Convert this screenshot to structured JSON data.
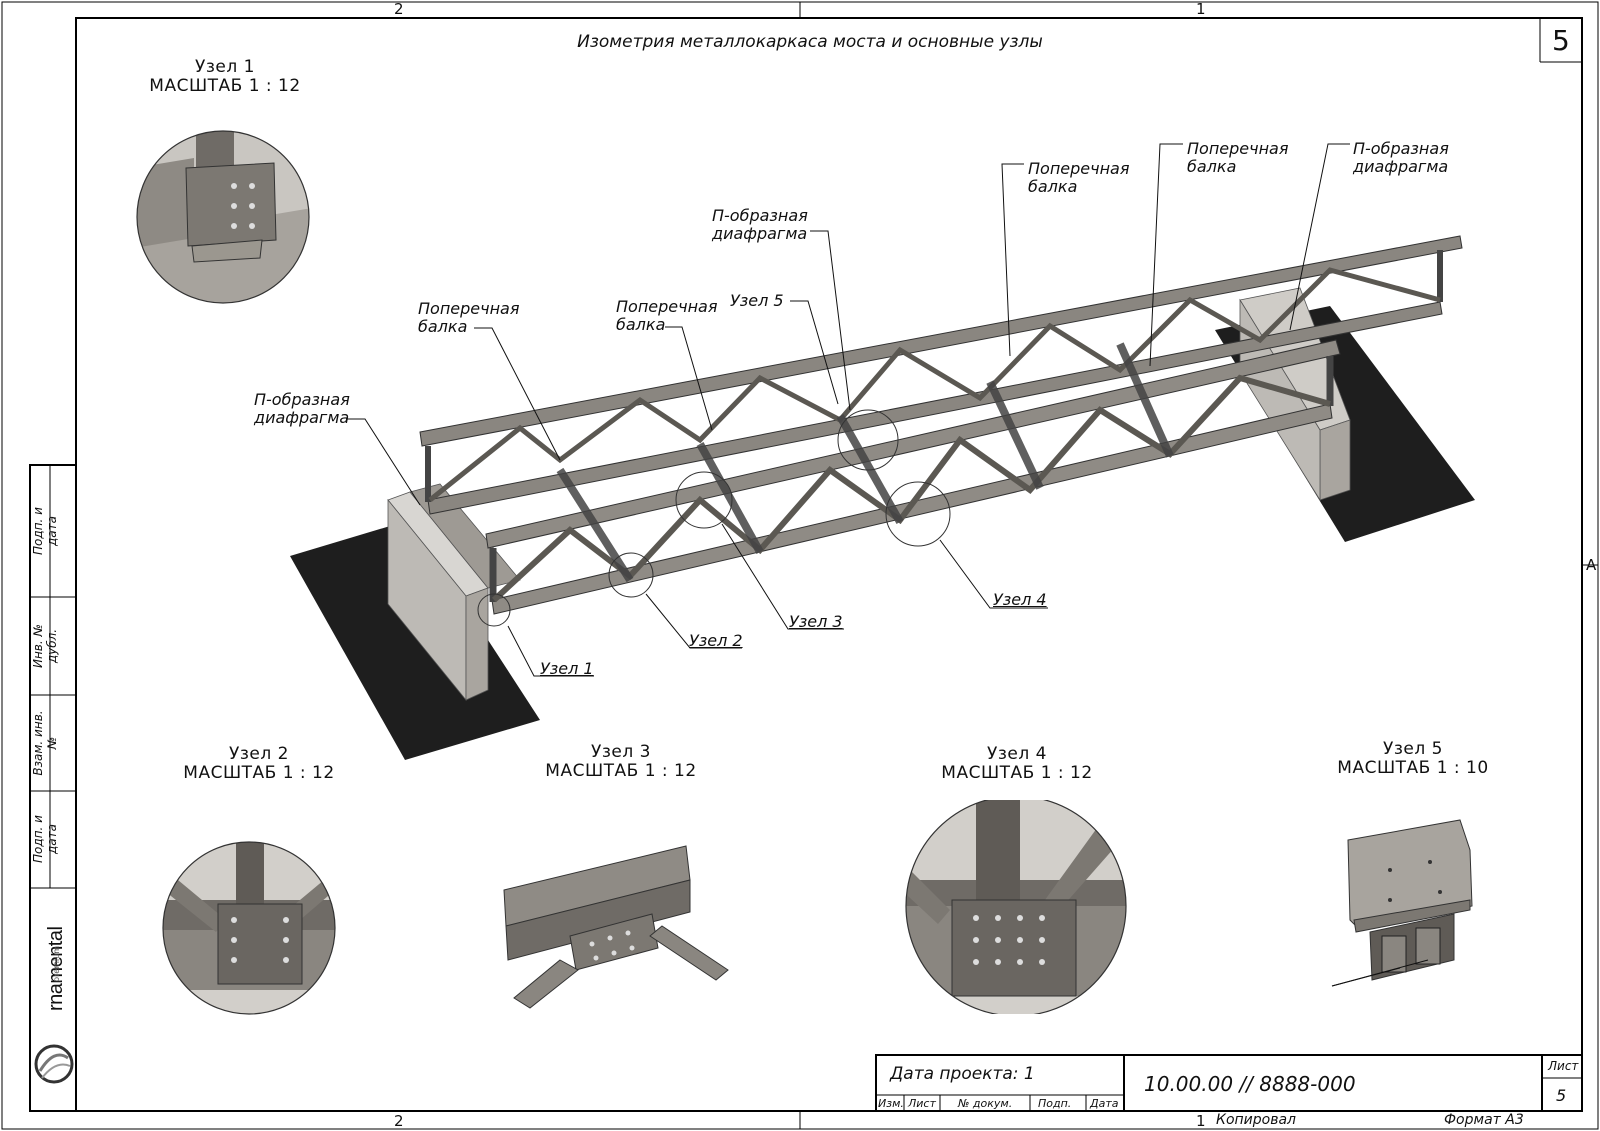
{
  "frame": {
    "zone_top_left": "2",
    "zone_top_right": "1",
    "zone_bottom_left": "2",
    "zone_right": "A",
    "sheet_number": "5"
  },
  "title": "Изометрия металлокаркаса моста и основные узлы",
  "side_stamp": [
    "Подп. и дата",
    "Инв. № дубл.",
    "Взам. инв. №",
    "Подп. и дата"
  ],
  "logo": {
    "text": "rnamental",
    "sub": "premium"
  },
  "node_views": [
    {
      "name": "Узел 1",
      "scale": "МАСШТАБ 1 : 12"
    },
    {
      "name": "Узел 2",
      "scale": "МАСШТАБ 1 : 12"
    },
    {
      "name": "Узел 3",
      "scale": "МАСШТАБ 1 : 12"
    },
    {
      "name": "Узел 4",
      "scale": "МАСШТАБ 1 : 12"
    },
    {
      "name": "Узел 5",
      "scale": "МАСШТАБ 1 : 10"
    }
  ],
  "callouts": {
    "diaphragm_left": [
      "П-образная",
      "диафрагма"
    ],
    "beam_1": [
      "Поперечная",
      "балка"
    ],
    "beam_2": [
      "Поперечная",
      "балка"
    ],
    "diaphragm_mid": [
      "П-образная",
      "диафрагма"
    ],
    "uzel5": "Узел 5",
    "beam_3": [
      "Поперечная",
      "балка"
    ],
    "beam_4": [
      "Поперечная",
      "балка"
    ],
    "diaphragm_right": [
      "П-образная",
      "диафрагма"
    ],
    "uzel1": "Узел 1",
    "uzel2": "Узел 2",
    "uzel3": "Узел 3",
    "uzel4": "Узел 4"
  },
  "title_block": {
    "project_date": "Дата проекта: 1",
    "designation": "10.00.00 // 8888-000",
    "col_izm": "Изм.",
    "col_list": "Лист",
    "col_doc": "№ докум.",
    "col_podp": "Подп.",
    "col_data": "Дата",
    "list_label": "Лист",
    "list_value": "5",
    "copied": "Копировал",
    "format": "Формат А3",
    "zone_bottom_right": "1"
  }
}
